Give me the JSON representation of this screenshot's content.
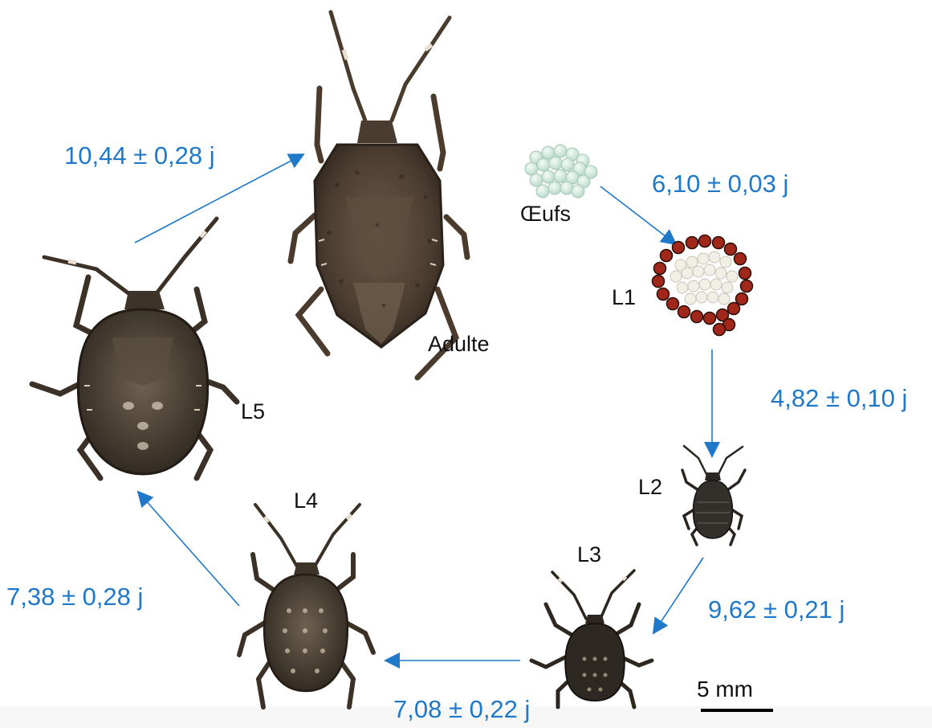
{
  "stages": {
    "eggs": "Œufs",
    "l1": "L1",
    "l2": "L2",
    "l3": "L3",
    "l4": "L4",
    "l5": "L5",
    "adult": "Adulte"
  },
  "durations": {
    "eggs_to_l1": "6,10 ± 0,03 j",
    "l1_to_l2": "4,82 ± 0,10 j",
    "l2_to_l3": "9,62 ± 0,21 j",
    "l3_to_l4": "7,08 ± 0,22 j",
    "l4_to_l5": "7,38 ± 0,28 j",
    "l5_to_adult": "10,44 ± 0,28 j"
  },
  "scale_bar": {
    "label": "5 mm"
  },
  "colors": {
    "arrow": "#1f78c8",
    "duration_text": "#1f78c8",
    "stage_text": "#111111",
    "bug_body": "#3e3328",
    "bug_shell": "#5a4a3a",
    "egg": "#dcefe6",
    "l1_red": "#a0271a"
  }
}
